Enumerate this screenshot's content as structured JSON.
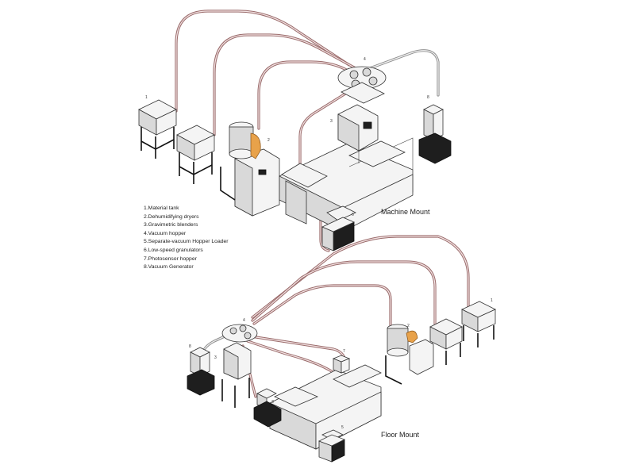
{
  "legend": {
    "items": [
      "1.Material tank",
      "2.Dehumidifying dryers",
      "3.Gravimetric blenders",
      "4.Vacuum hopper",
      "5.Separate-vacuum Hopper Loader",
      "6.Low-speed granulators",
      "7.Photosensor hopper",
      "8.Vacuum Generator"
    ]
  },
  "sections": {
    "machine_mount": "Machine Mount",
    "floor_mount": "Floor Mount"
  },
  "callouts": {
    "top": {
      "tank_a": "1",
      "dryer": "2",
      "blender": "3",
      "vacuum_hopper": "4",
      "granulator": "6",
      "generator": "8"
    },
    "bottom": {
      "tank_a": "1",
      "dryer": "2",
      "blender": "3",
      "vacuum_hopper": "4",
      "loader": "5",
      "photosensor": "7",
      "generator": "8",
      "blender_b": "3"
    }
  },
  "colors": {
    "pipe": "#9a6b6b",
    "pipe_secondary": "#8f8f8f",
    "dryer_duct": "#e8a24a"
  }
}
